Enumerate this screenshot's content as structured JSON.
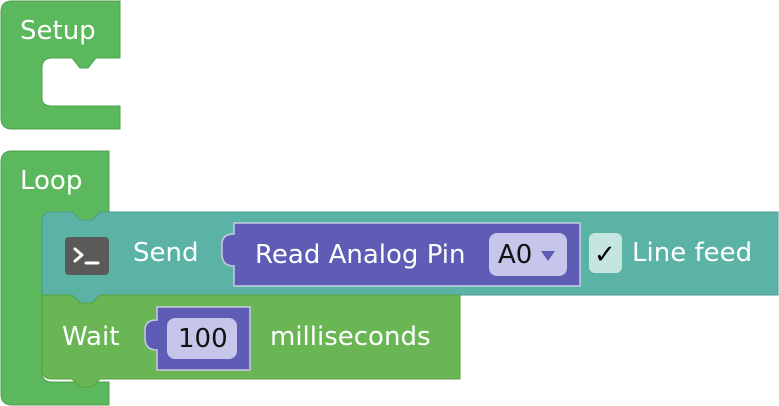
{
  "blocks": {
    "setup": {
      "label": "Setup",
      "color": "#5cb85c"
    },
    "loop": {
      "label": "Loop",
      "color": "#5cb85c"
    },
    "send": {
      "label": "Send",
      "color": "#5bb3a5",
      "icon": "terminal-icon",
      "line_feed_checked": true,
      "check_glyph": "✓",
      "line_feed_label": "Line feed"
    },
    "read_analog_pin": {
      "label": "Read Analog Pin",
      "color": "#5e5cb5",
      "pin_value": "A0",
      "dropdown_icon": "triangle-down-icon"
    },
    "wait": {
      "label": "Wait",
      "color": "#6ab655",
      "number_value": "100",
      "number_block_color": "#5e5cb5",
      "unit_label": "milliseconds"
    }
  }
}
